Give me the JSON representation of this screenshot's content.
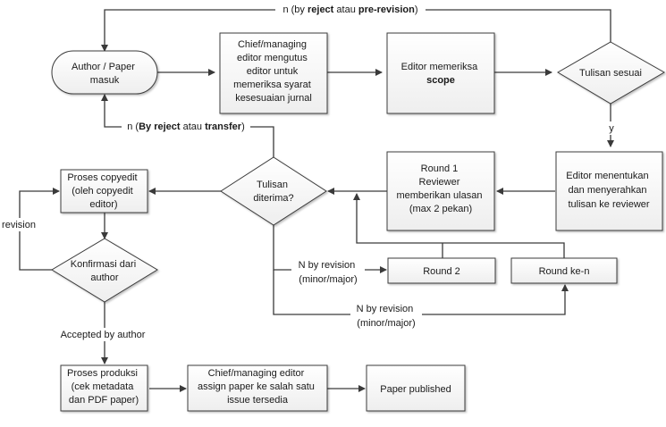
{
  "nodes": {
    "author_paper": [
      "Author / Paper",
      "masuk"
    ],
    "chief_send": [
      "Chief/managing",
      "editor mengutus",
      "editor untuk",
      "memeriksa syarat",
      "kesesuaian jurnal"
    ],
    "editor_scope": {
      "line1": "Editor memeriksa",
      "line2": "scope"
    },
    "tulisan_sesuai": [
      "Tulisan sesuai"
    ],
    "editor_reviewer": [
      "Editor menentukan",
      "dan menyerahkan",
      "tulisan ke reviewer"
    ],
    "round1": [
      "Round 1",
      "Reviewer",
      "memberikan ulasan",
      "(max 2 pekan)"
    ],
    "tulisan_diterima": [
      "Tulisan",
      "diterima?"
    ],
    "round2": [
      "Round 2"
    ],
    "round_n": [
      "Round ke-n"
    ],
    "copyedit": [
      "Proses copyedit",
      "(oleh copyedit",
      "editor)"
    ],
    "konfirmasi": [
      "Konfirmasi dari",
      "author"
    ],
    "produksi": [
      "Proses produksi",
      "(cek metadata",
      "dan PDF paper)"
    ],
    "assign_issue": [
      "Chief/managing editor",
      "assign paper ke salah satu",
      "issue tersedia"
    ],
    "published": [
      "Paper published"
    ]
  },
  "labels": {
    "top_loop": {
      "pre": "n (by ",
      "b1": "reject",
      "mid": " atau ",
      "b2": "pre-revision",
      "post": ")"
    },
    "reject_transfer": {
      "pre": "n (",
      "b1": "By reject",
      "mid": " atau ",
      "b2": "transfer",
      "post": ")"
    },
    "yes": "y",
    "revision": "revision",
    "n_by_revision_1": [
      "N by revision",
      "(minor/major)"
    ],
    "n_by_revision_2": [
      "N by revision",
      "(minor/major)"
    ],
    "accepted": "Accepted by author"
  }
}
